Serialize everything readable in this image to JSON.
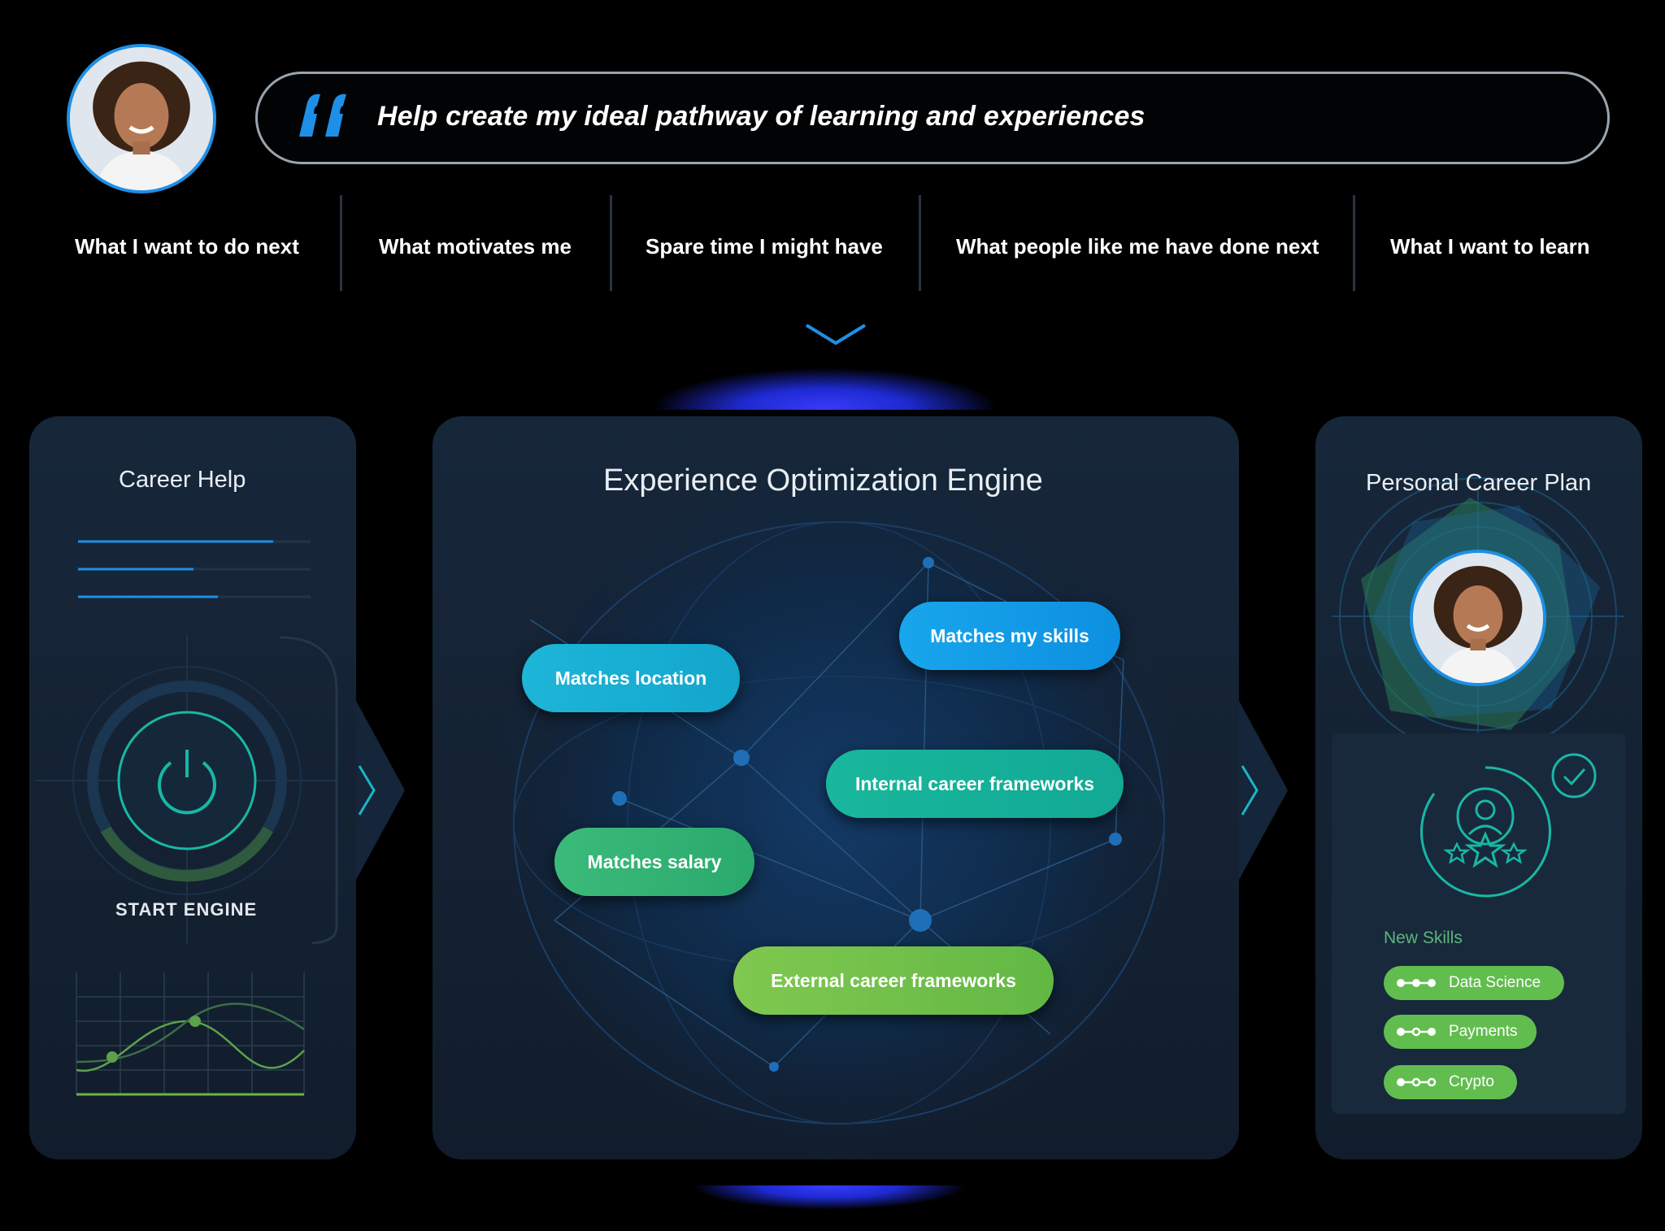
{
  "header": {
    "quote_text": "Help create my ideal pathway of learning and experiences",
    "prompts": [
      "What I want to do next",
      "What motivates me",
      "Spare time I might have",
      "What people like me have done next",
      "What I want to learn"
    ]
  },
  "left_panel": {
    "title": "Career Help",
    "start_label": "START ENGINE"
  },
  "center_panel": {
    "title": "Experience Optimization Engine",
    "tags": [
      "Matches location",
      "Matches my skills",
      "Internal career frameworks",
      "Matches salary",
      "External career frameworks"
    ]
  },
  "right_panel": {
    "title": "Personal Career Plan",
    "new_skills_label": "New Skills",
    "skills": [
      "Data Science",
      "Payments",
      "Crypto"
    ]
  },
  "colors": {
    "accent_blue": "#1e8fe6",
    "teal": "#19b79c",
    "green": "#62bd4f",
    "panel_bg": "#17273a"
  },
  "icons": [
    "quote-icon",
    "chevron-down-icon",
    "power-icon",
    "chevron-right-icon",
    "check-icon",
    "user-stars-icon",
    "skill-dots-icon"
  ]
}
